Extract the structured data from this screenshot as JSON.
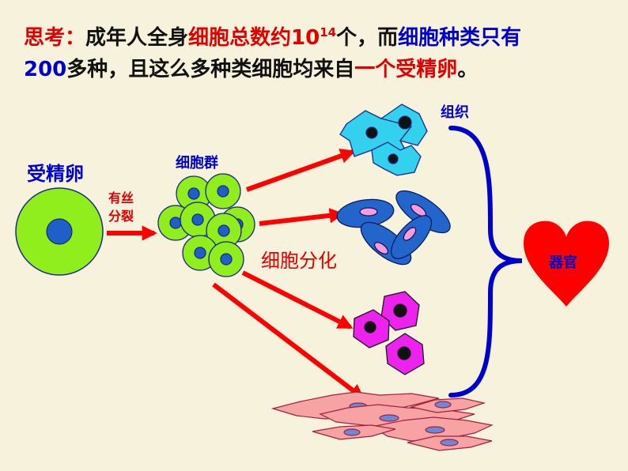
{
  "title": {
    "prefix": "思考：",
    "t1": "成年人全身",
    "t2": "细胞总数约10",
    "exp": "14",
    "t3": "个，而",
    "t4": "细胞种类只有",
    "t5": "200",
    "t6": "多种，且这么多种类细胞均来自",
    "t7": "一个受精卵",
    "t8": "。"
  },
  "labels": {
    "zygote": "受精卵",
    "mitosis_1": "有丝",
    "mitosis_2": "分裂",
    "cell_group": "细胞群",
    "differentiation": "细胞分化",
    "tissue": "组织",
    "organ": "器官"
  },
  "colors": {
    "red": "#e00000",
    "blue": "#0000cc",
    "zygote_fill": "#8fee1b",
    "nucleus_fill": "#1e5fc9",
    "heart_fill": "#ff0000",
    "bracket": "#0000cc"
  }
}
